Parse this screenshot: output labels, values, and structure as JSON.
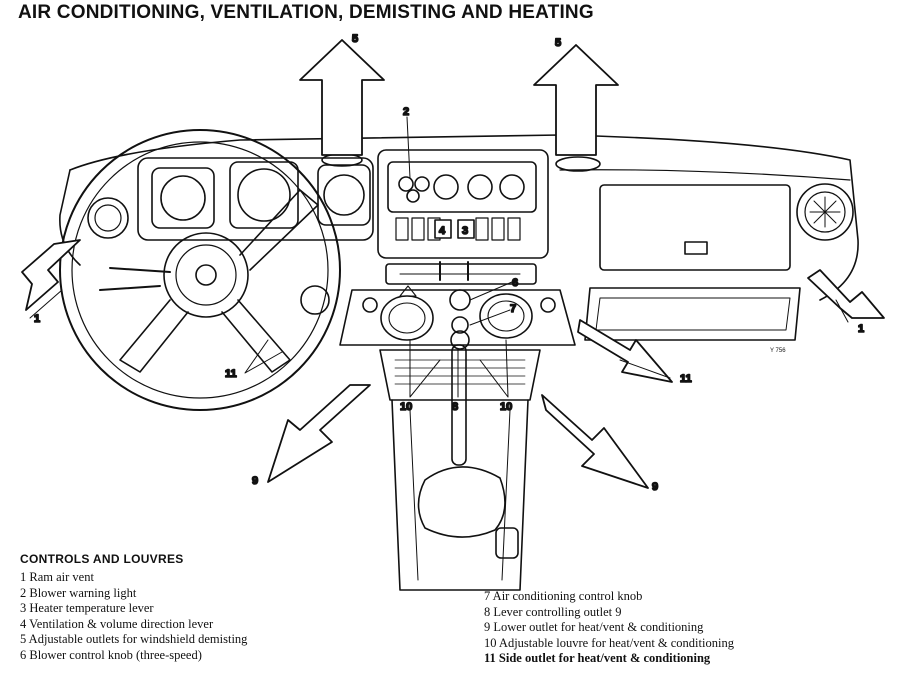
{
  "title": "AIR CONDITIONING, VENTILATION, DEMISTING AND HEATING",
  "legend_heading": "CONTROLS AND LOUVRES",
  "legend_left": [
    "1  Ram air vent",
    "2  Blower warning light",
    "3  Heater temperature lever",
    "4  Ventilation & volume direction lever",
    "5  Adjustable outlets for windshield demisting",
    "6  Blower control knob (three-speed)"
  ],
  "legend_right": [
    "7  Air conditioning control knob",
    "8  Lever controlling outlet 9",
    "9  Lower outlet for heat/vent & conditioning",
    "10  Adjustable louvre for heat/vent & conditioning",
    "11  Side outlet for heat/vent & conditioning"
  ],
  "callouts": {
    "n1": "1",
    "n2": "2",
    "n3": "3",
    "n4": "4",
    "n5": "5",
    "n6": "6",
    "n7": "7",
    "n8": "8",
    "n9": "9",
    "n10": "10",
    "n11": "11"
  },
  "figure_code": "Y 756",
  "colors": {
    "ink": "#111111",
    "paper": "#ffffff"
  }
}
